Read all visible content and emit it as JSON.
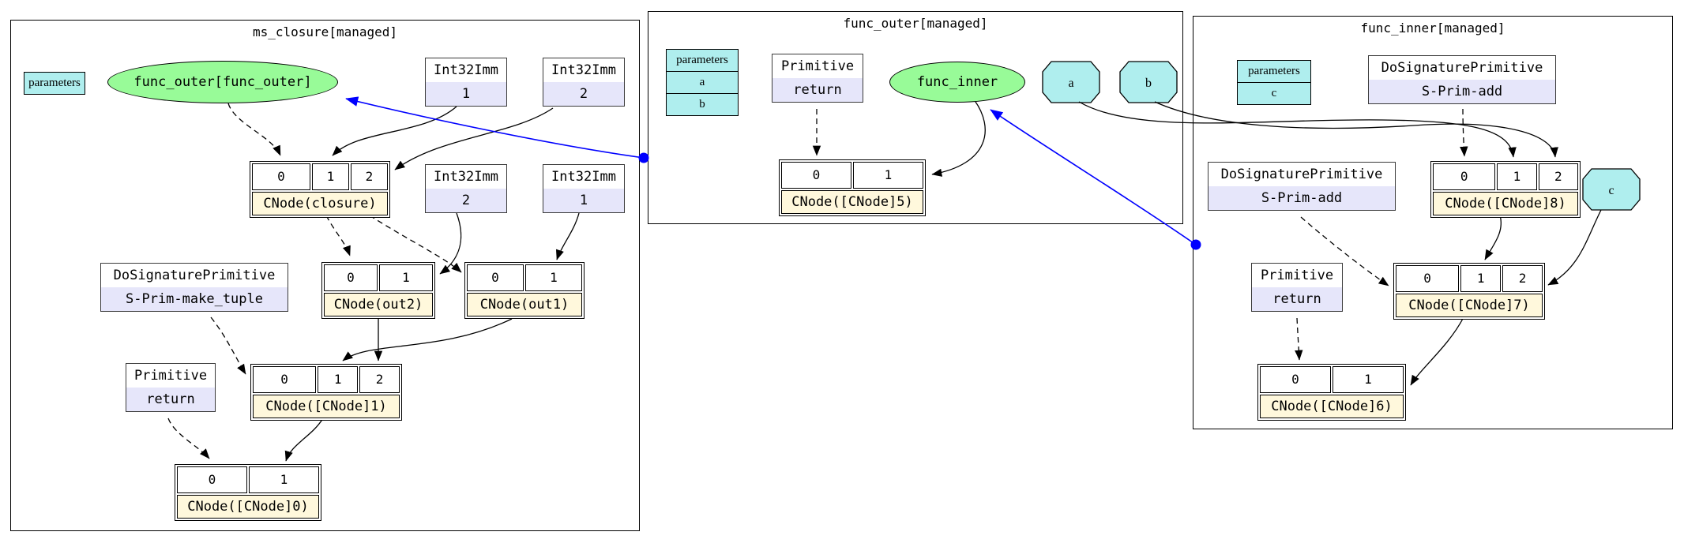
{
  "colors": {
    "call_node_green": "#98fb98",
    "parameter_cyan": "#afeeee",
    "operator_lavender": "#e6e6fa",
    "cnode_label_cornsilk": "#fff8dc",
    "graph_link_blue": "#0000ff",
    "edge_black": "#000000"
  },
  "clusters": {
    "ms": {
      "title": "ms_closure[managed]",
      "params_header": "parameters",
      "call_label": "func_outer[func_outer]",
      "imm_top_left": {
        "type": "Int32Imm",
        "value": "1"
      },
      "imm_top_right": {
        "type": "Int32Imm",
        "value": "2"
      },
      "imm_mid_left": {
        "type": "Int32Imm",
        "value": "2"
      },
      "imm_mid_right": {
        "type": "Int32Imm",
        "value": "1"
      },
      "closure": {
        "p0": "0",
        "p1": "1",
        "p2": "2",
        "label": "CNode(closure)"
      },
      "make_tuple": {
        "type": "DoSignaturePrimitive",
        "name": "S-Prim-make_tuple"
      },
      "out2": {
        "p0": "0",
        "p1": "1",
        "label": "CNode(out2)"
      },
      "out1": {
        "p0": "0",
        "p1": "1",
        "label": "CNode(out1)"
      },
      "ret": {
        "type": "Primitive",
        "name": "return"
      },
      "cnode1": {
        "p0": "0",
        "p1": "1",
        "p2": "2",
        "label": "CNode([CNode]1)"
      },
      "cnode0": {
        "p0": "0",
        "p1": "1",
        "label": "CNode([CNode]0)"
      }
    },
    "outer": {
      "title": "func_outer[managed]",
      "params": {
        "header": "parameters",
        "a": "a",
        "b": "b"
      },
      "ret": {
        "type": "Primitive",
        "name": "return"
      },
      "call_label": "func_inner",
      "cnode5": {
        "p0": "0",
        "p1": "1",
        "label": "CNode([CNode]5)"
      },
      "octagon_a": "a",
      "octagon_b": "b"
    },
    "inner": {
      "title": "func_inner[managed]",
      "params": {
        "header": "parameters",
        "c": "c"
      },
      "add_top": {
        "type": "DoSignaturePrimitive",
        "name": "S-Prim-add"
      },
      "add_left": {
        "type": "DoSignaturePrimitive",
        "name": "S-Prim-add"
      },
      "cnode8": {
        "p0": "0",
        "p1": "1",
        "p2": "2",
        "label": "CNode([CNode]8)"
      },
      "octagon_c": "c",
      "ret": {
        "type": "Primitive",
        "name": "return"
      },
      "cnode7": {
        "p0": "0",
        "p1": "1",
        "p2": "2",
        "label": "CNode([CNode]7)"
      },
      "cnode6": {
        "p0": "0",
        "p1": "1",
        "label": "CNode([CNode]6)"
      }
    }
  }
}
